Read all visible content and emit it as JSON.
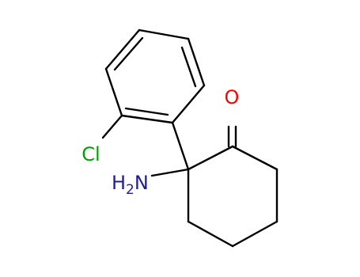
{
  "molecule": {
    "atoms": {
      "oxygen": {
        "symbol": "O",
        "color": "#ff0000"
      },
      "chlorine": {
        "symbol": "Cl",
        "color": "#00a000"
      },
      "amine": {
        "prefix": "H",
        "subscript": "2",
        "suffix": "N",
        "color": "#1f1f8f"
      }
    },
    "bond_color": "#000000"
  }
}
